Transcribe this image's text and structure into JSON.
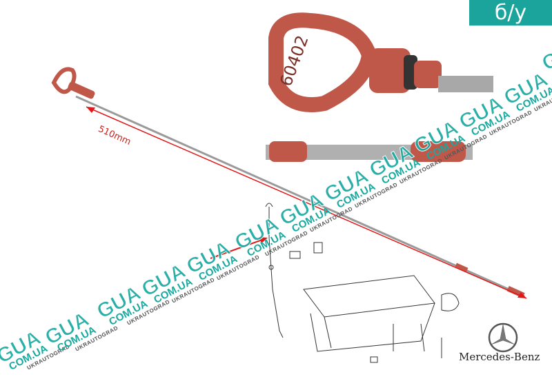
{
  "badge": {
    "label": "б/у",
    "color": "#1ba49b"
  },
  "dimension_label": "510mm",
  "part_marking": "60402",
  "brand": {
    "name": "Mercedes-Benz"
  },
  "watermark": {
    "big": "GUA",
    "domain": "COM.UA",
    "small": "UKRAUTOGRAD"
  },
  "colors": {
    "part": "#c0584a",
    "arrow": "#e01818",
    "watermark": "#17a9a0"
  }
}
